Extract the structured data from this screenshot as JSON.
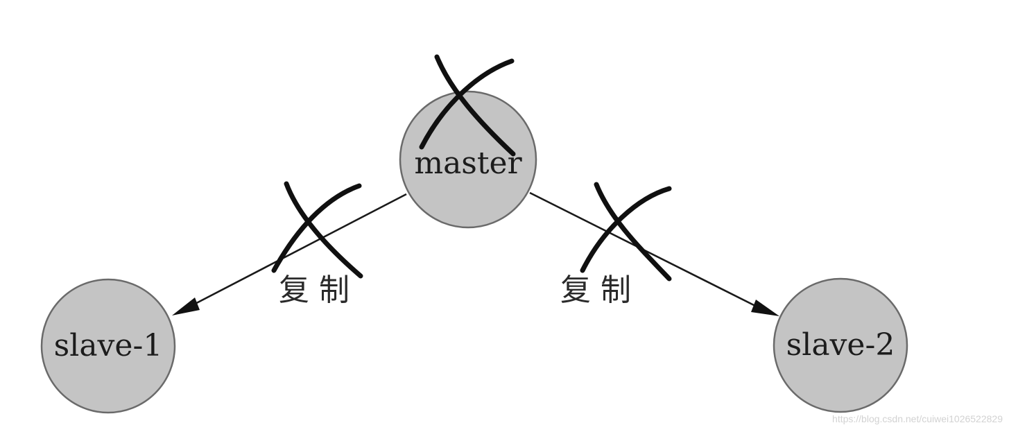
{
  "diagram": {
    "nodes": {
      "master": {
        "label": "master"
      },
      "slave1": {
        "label": "slave-1"
      },
      "slave2": {
        "label": "slave-2"
      }
    },
    "edges": [
      {
        "from": "master",
        "to": "slave-1",
        "label": "复制",
        "crossed_out": true
      },
      {
        "from": "master",
        "to": "slave-2",
        "label": "复制",
        "crossed_out": true
      }
    ],
    "master_crossed_out": true
  },
  "colors": {
    "node_fill": "#c4c4c4",
    "node_stroke": "#6a6a6a",
    "line": "#1a1a1a"
  },
  "watermark": "https://blog.csdn.net/cuiwei1026522829"
}
